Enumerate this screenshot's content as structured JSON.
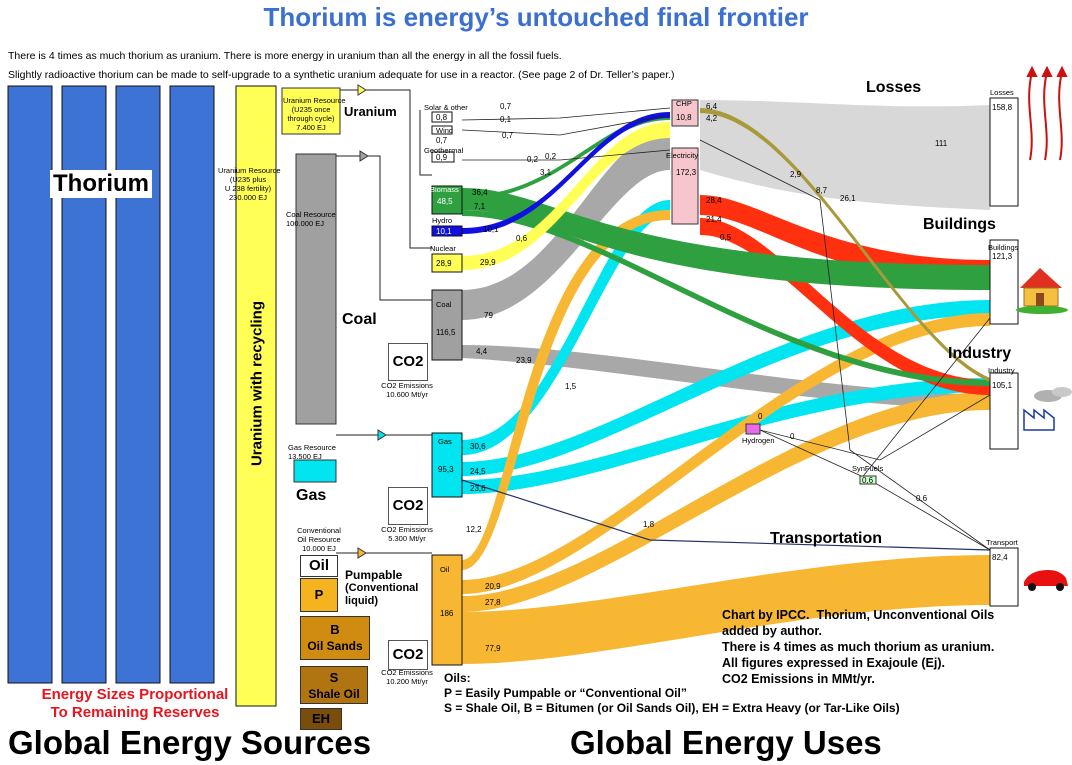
{
  "title": "Thorium is energy’s untouched final frontier",
  "subtitle_lines": [
    "There is 4 times as much thorium as uranium.  There is more energy in uranium than all the energy in all the fossil fuels.",
    "Slightly radioactive thorium can be made to self-upgrade to a synthetic uranium adequate for use in a reactor.  (See page 2 of Dr. Teller’s paper.)"
  ],
  "sources": {
    "thorium_label": "Thorium",
    "uranium_recycling_label": "Uranium with recycling",
    "uranium_label": "Uranium",
    "uranium_resource_once": [
      "Uranium Resource",
      "(U235 once",
      "through cycle)",
      "7.400 EJ"
    ],
    "uranium_resource_full": [
      "Uranium Resource",
      "(U235 plus",
      "U 238 fertility)",
      "230.000 EJ"
    ],
    "coal_resource": [
      "Coal Resource",
      "100.000 EJ"
    ],
    "coal_label": "Coal",
    "gas_resource": [
      "Gas Resource",
      "13.500 EJ"
    ],
    "gas_label": "Gas",
    "oil_resource": [
      "Conventional",
      "Oil Resource",
      "10.000 EJ"
    ],
    "oil_label": "Oil",
    "pumpable_label": [
      "Pumpable",
      "(Conventional",
      "liquid)"
    ],
    "oil_boxes": [
      {
        "letter": "P",
        "text": "",
        "color": "#f5b41f"
      },
      {
        "letter": "B",
        "text": "Oil Sands",
        "color": "#d08c10"
      },
      {
        "letter": "S",
        "text": "Shale Oil",
        "color": "#b07410"
      },
      {
        "letter": "EH",
        "text": "",
        "color": "#7a4d0a"
      }
    ],
    "energy_sizes_note": [
      "Energy Sizes Proportional",
      "To Remaining Reserves"
    ]
  },
  "co2": {
    "symbol": "CO2",
    "coal": [
      "CO2 Emissions",
      "10.600 Mt/yr"
    ],
    "gas": [
      "CO2 Emissions",
      "5.300 Mt/yr"
    ],
    "oil": [
      "CO2 Emissions",
      "10.200 Mt/yr"
    ]
  },
  "primary": {
    "solar_other": "Solar & other",
    "wind": "Wind",
    "geothermal": "Geothermal",
    "biomass": "Biomass",
    "hydro": "Hydro",
    "nuclear": "Nuclear",
    "coal": "Coal",
    "gas": "Gas",
    "oil": "Oil",
    "chp": "CHP",
    "electricity": "Electricity",
    "hydrogen": "Hydrogen",
    "synfuels": "SynFuels"
  },
  "values": {
    "solar_box": "0,8",
    "solar_a": "0,7",
    "solar_b": "0,1",
    "wind_a": "0,7",
    "wind_b": "0,7",
    "geo_box": "0,9",
    "geo_a": "0,2",
    "geo_b": "0,2",
    "bio_box": "48,5",
    "bio_a": "36,4",
    "bio_b": "7,1",
    "bio_c": "3,1",
    "hydro_box": "10,1",
    "hydro_a": "10,1",
    "hydro_b": "0,6",
    "nuclear_box": "28,9",
    "nuclear_a": "29,9",
    "coal_box": "116,5",
    "coal_a": "79",
    "coal_b": "4,4",
    "coal_c": "23,9",
    "coal_d": "1,5",
    "gas_box": "95,3",
    "gas_a": "30,6",
    "gas_b": "24,5",
    "gas_c": "23,6",
    "oil_box": "186",
    "oil_a": "12,2",
    "oil_b": "20,9",
    "oil_c": "27,8",
    "oil_d": "77,9",
    "oil_e": "1,8",
    "chp_box": "10,8",
    "chp_a": "6,4",
    "chp_b": "4,2",
    "elec_box": "172,3",
    "elec_a": "28,4",
    "elec_b": "21,4",
    "elec_c": "0,5",
    "elec_d": "2,9",
    "mid_a": "8,7",
    "mid_b": "26,1",
    "mid_c": "0",
    "mid_d": "0",
    "syn_box": "0,6",
    "syn_a": "0,6",
    "losses_box": "158,8",
    "losses_flow": "111",
    "buildings_box": "121,3",
    "industry_box": "105,1",
    "transport_box": "82,4"
  },
  "uses": {
    "losses": "Losses",
    "losses_small": "Losses",
    "buildings": "Buildings",
    "buildings_small": "Buildings",
    "industry": "Industry",
    "industry_small": "Industry",
    "transportation": "Transportation",
    "transport_small": "Transport"
  },
  "credit": "Chart by IPCC.  Thorium, Unconventional Oils\nadded by author.\nThere is 4 times as much thorium as uranium.\nAll figures expressed in Exajoule (Ej).\nCO2 Emissions in MMt/yr.",
  "oils_legend": "Oils:\nP = Easily Pumpable or “Conventional Oil”\nS = Shale Oil, B = Bitumen (or Oil Sands Oil), EH = Extra Heavy (or Tar-Like Oils)",
  "footer": {
    "left": "Global Energy Sources",
    "right": "Global Energy Uses"
  },
  "colors": {
    "thorium": "#3d73d4",
    "uranium": "#ffff55",
    "coal": "#a0a0a0",
    "gas": "#00e5f0",
    "oil": "#f7b733",
    "biomass": "#2fa040",
    "hydro": "#1010e0",
    "electricity": "#f6c6cc",
    "elec_flow": "#ff3010",
    "losses": "#d8d8d8",
    "title": "#3b6fd0",
    "red": "#e8141e"
  },
  "icons": [
    "house-icon",
    "factory-icon",
    "car-icon",
    "heat-arrows-icon"
  ]
}
